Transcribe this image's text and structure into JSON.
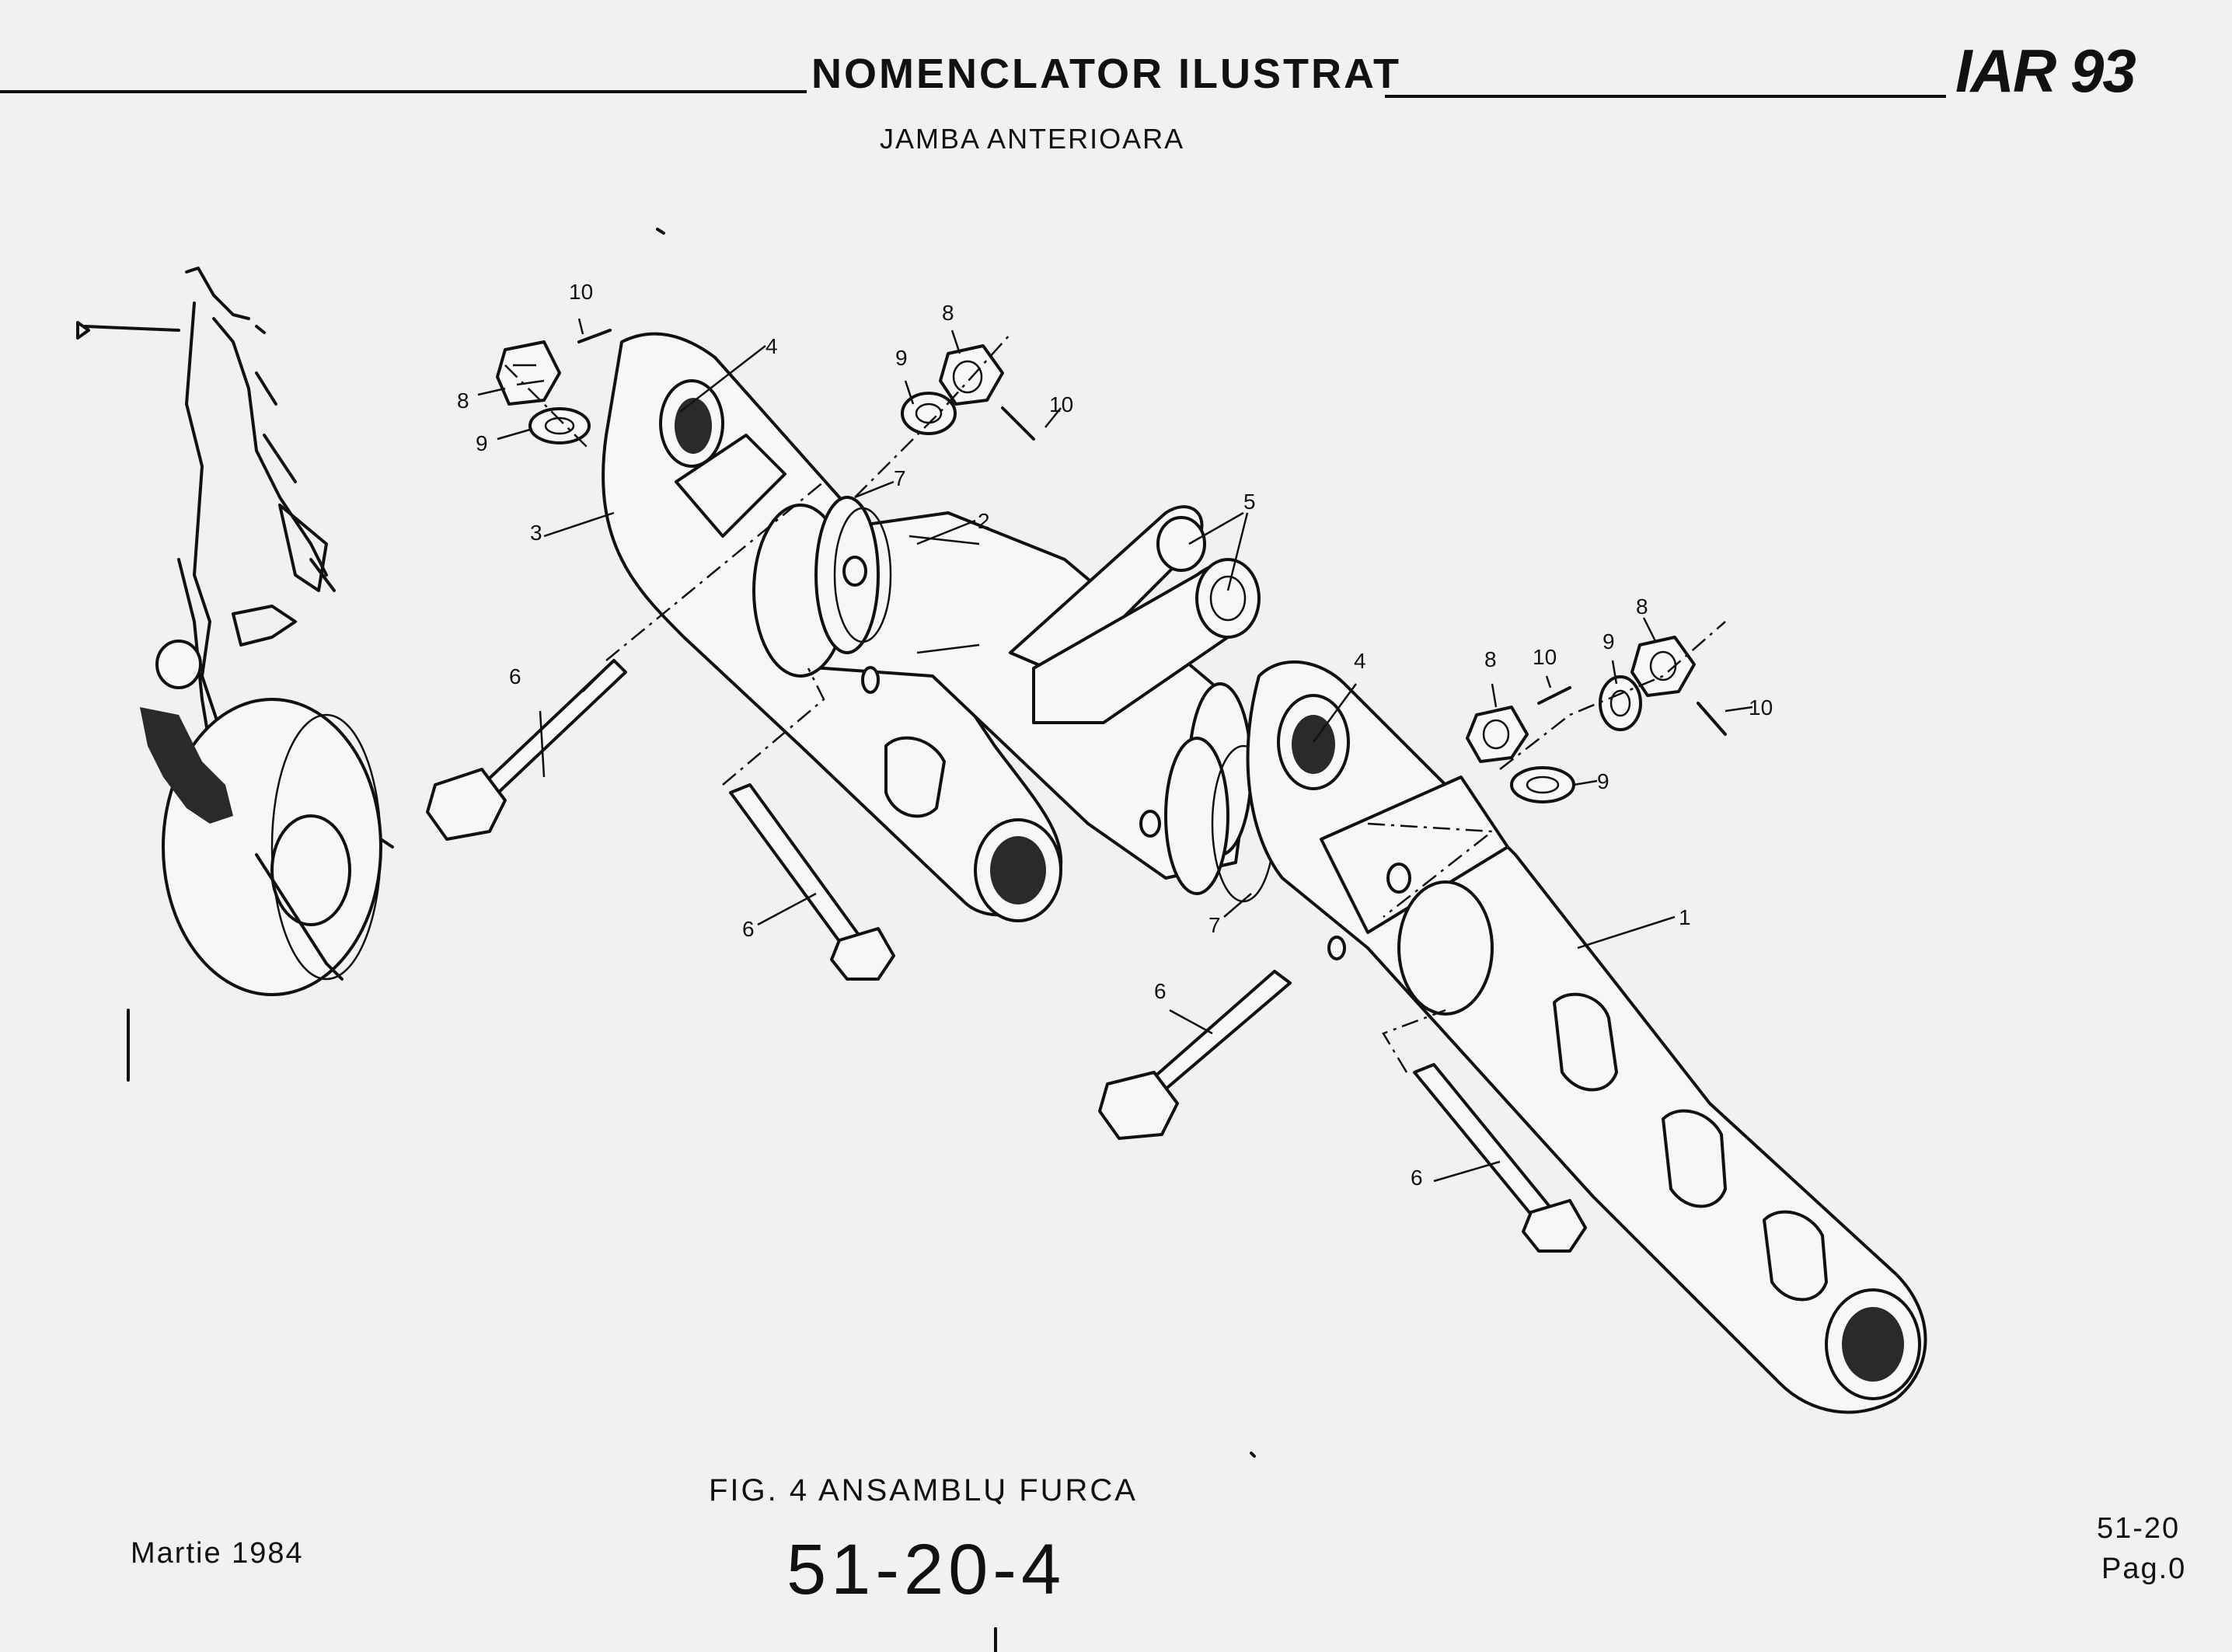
{
  "header": {
    "title": "NOMENCLATOR ILUSTRAT",
    "subtitle": "JAMBA ANTERIOARA",
    "logo": "IAR 93"
  },
  "figure": {
    "caption": "FIG. 4 ANSAMBLU FURCA",
    "number": "51-20-4"
  },
  "footer": {
    "date": "Martie 1984",
    "chapter": "51-20",
    "page": "Pag.0"
  },
  "callouts": {
    "c1": "1",
    "c2": "2",
    "c3": "3",
    "c4a": "4",
    "c4b": "4",
    "c5": "5",
    "c6a": "6",
    "c6b": "6",
    "c6c": "6",
    "c6d": "6",
    "c7a": "7",
    "c7b": "7",
    "c8a": "8",
    "c8b": "8",
    "c8c": "8",
    "c8d": "8",
    "c9a": "9",
    "c9b": "9",
    "c9c": "9",
    "c9d": "9",
    "c10a": "10",
    "c10b": "10",
    "c10c": "10",
    "c10d": "10"
  }
}
